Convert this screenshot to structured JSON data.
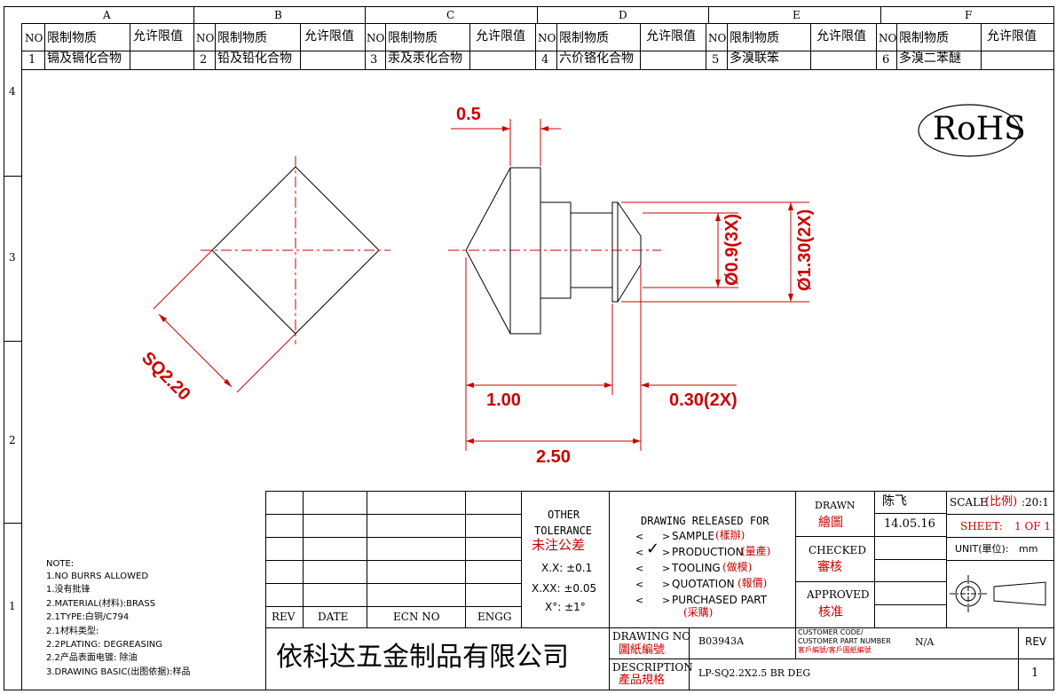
{
  "zones": {
    "columns": [
      "A",
      "B",
      "C",
      "D",
      "E",
      "F"
    ],
    "rows": [
      "4",
      "3",
      "2",
      "1"
    ]
  },
  "restricted_substances": {
    "header_no": "NO",
    "header_substance": "限制物质",
    "header_limit": "允许限值",
    "items": [
      {
        "no": "1",
        "name": "镉及镉化合物",
        "limit": ""
      },
      {
        "no": "2",
        "name": "铅及铅化合物",
        "limit": ""
      },
      {
        "no": "3",
        "name": "汞及汞化合物",
        "limit": ""
      },
      {
        "no": "4",
        "name": "六价铬化合物",
        "limit": ""
      },
      {
        "no": "5",
        "name": "多溴联笨",
        "limit": ""
      },
      {
        "no": "6",
        "name": "多溴二苯醚",
        "limit": ""
      }
    ]
  },
  "rohs_mark": "RoHS",
  "dimensions": {
    "top_offset": "0.5",
    "square": "SQ2.20",
    "inner_dia": "Ø0.9(3X)",
    "outer_dia": "Ø1.30(2X)",
    "head_len": "1.00",
    "step_len": "0.30(2X)",
    "total_len": "2.50"
  },
  "notes": {
    "title": "NOTE:",
    "lines": [
      "1.NO BURRS ALLOWED",
      "1.没有批锋",
      "2.MATERIAL(材料):BRASS",
      "2.1TYPE:白铜/C794",
      "2.1材料类型:",
      "2.2PLATING: DEGREASING",
      "2.2产品表面电镀: 除油",
      "3.DRAWING BASIC(出图依据):样品"
    ]
  },
  "revision_table": {
    "headers": [
      "REV",
      "DATE",
      "ECN NO",
      "ENGG"
    ]
  },
  "tolerance": {
    "title1": "OTHER",
    "title2": "TOLERANCE",
    "title_cn": "未注公差",
    "lines": [
      "X.X: ±0.1",
      "X.XX: ±0.05",
      "X°: ±1°"
    ]
  },
  "release": {
    "title": "DRAWING RELEASED FOR",
    "options": [
      {
        "label": "SAMPLE",
        "cn": "(樣辦)",
        "checked": false
      },
      {
        "label": "PRODUCTION",
        "cn": "(量產)",
        "checked": true
      },
      {
        "label": "TOOLING",
        "cn": "(做模)",
        "checked": false
      },
      {
        "label": "QUOTATION",
        "cn": "(報價)",
        "checked": false
      },
      {
        "label": "PURCHASED PART",
        "cn": "(采購)",
        "checked": false
      }
    ],
    "bracket_left": "<",
    "bracket_right": ">",
    "check_mark": "✓"
  },
  "signoff": {
    "drawn_label": "DRAWN",
    "drawn_cn": "繪圖",
    "drawn_name": "陈飞",
    "drawn_date": "14.05.16",
    "checked_label": "CHECKED",
    "checked_cn": "審核",
    "approved_label": "APPROVED",
    "approved_cn": "核准"
  },
  "scale": {
    "label": "SCALE",
    "cn": "(比例)",
    "value": ":20:1",
    "sheet_label": "SHEET:",
    "sheet_value": "1 OF 1",
    "unit_label": "UNIT(單位):",
    "unit_value": "mm"
  },
  "company": "依科达五金制品有限公司",
  "drawing_no": {
    "label": "DRAWING NO",
    "cn": "圖紙編號",
    "value": "B03943A"
  },
  "description": {
    "label": "DESCRIPTION",
    "cn": "產品規格",
    "value": "LP-SQ2.2X2.5 BR DEG"
  },
  "customer": {
    "label1": "CUSTOMER CODE/",
    "label2": "CUSTOMER PART NUMBER",
    "cn": "客戶編號/客戶圖紙編號",
    "value": "N/A"
  },
  "rev": {
    "label": "REV",
    "value": "1"
  },
  "colors": {
    "dimension": "#cc0000",
    "linework": "#000000"
  }
}
